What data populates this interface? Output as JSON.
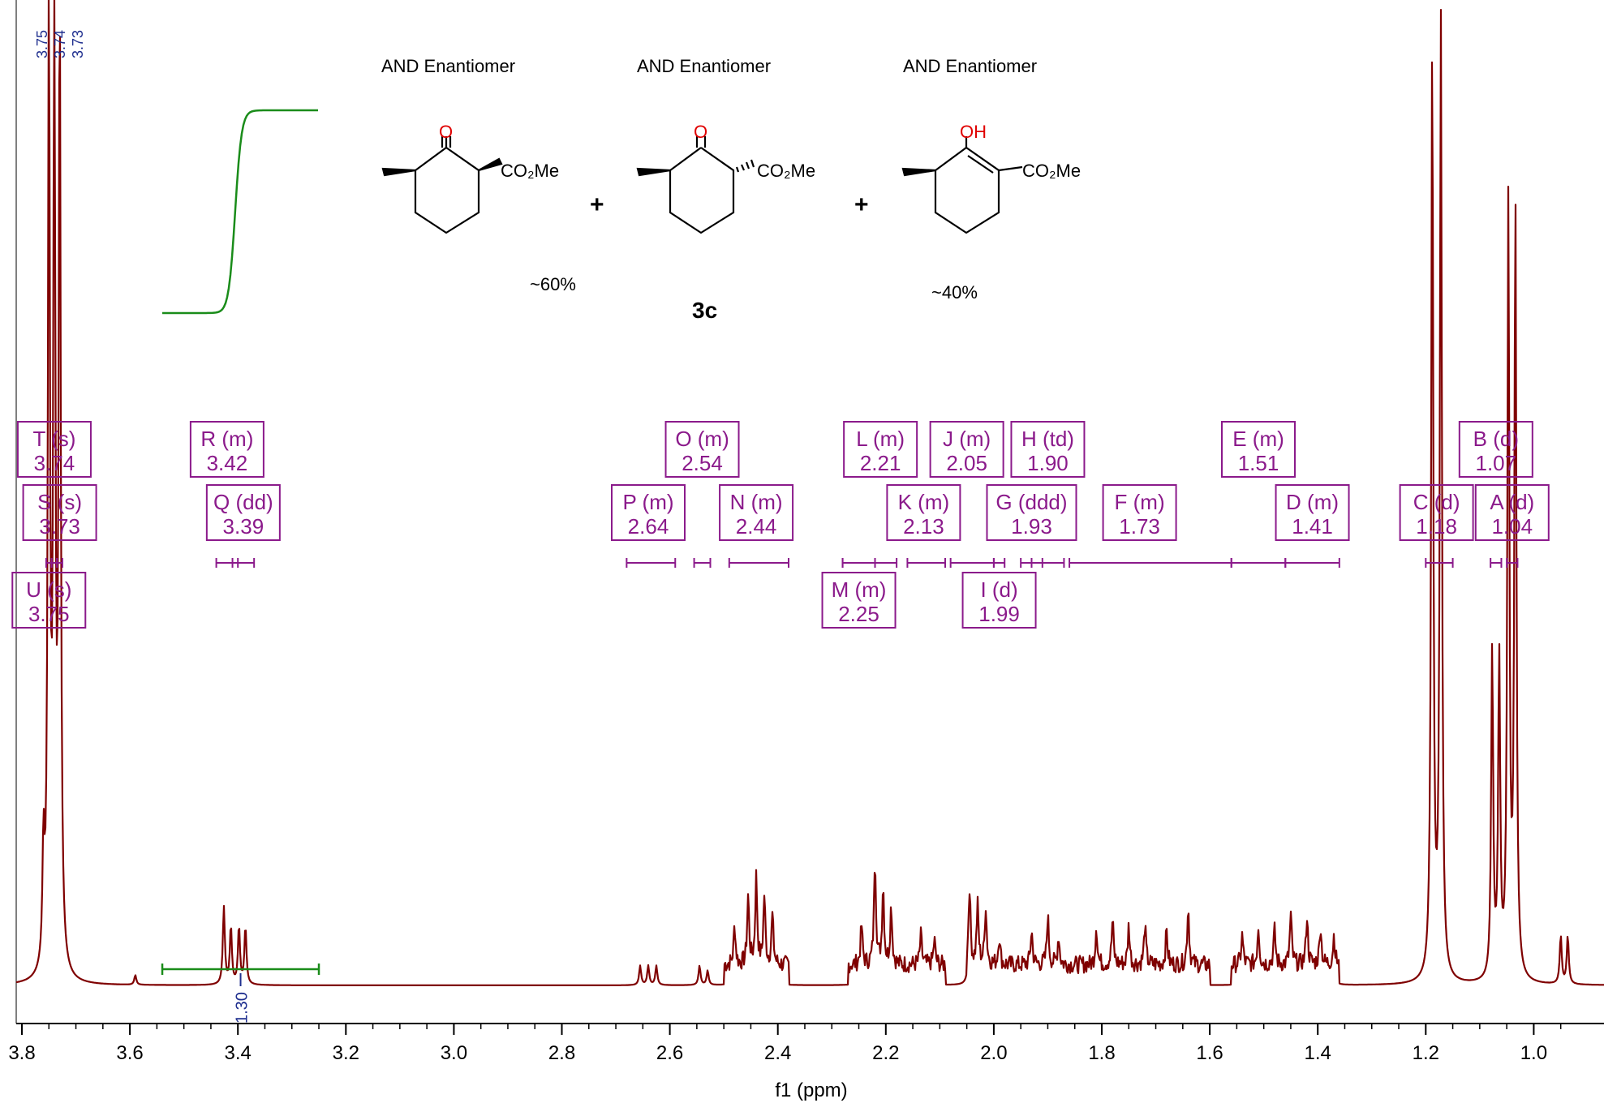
{
  "chart_data": {
    "type": "line",
    "xlabel": "f1 (ppm)",
    "xlim": [
      3.8,
      0.91
    ],
    "x_ticks": [
      "3.8",
      "3.6",
      "3.4",
      "3.2",
      "3.0",
      "2.8",
      "2.6",
      "2.4",
      "2.2",
      "2.0",
      "1.8",
      "1.6",
      "1.4",
      "1.2",
      "1.0"
    ],
    "ylim": [
      0,
      1.0
    ],
    "colors": {
      "spectrum": "#7f0000",
      "integral": "#1a8c1a",
      "label": "#8b1a8b",
      "peak_label": "#1f2f8f"
    },
    "peaks": [
      {
        "ppm": 3.76,
        "h": 0.12
      },
      {
        "ppm": 3.75,
        "h": 1.0
      },
      {
        "ppm": 3.74,
        "h": 1.0
      },
      {
        "ppm": 3.73,
        "h": 1.0
      },
      {
        "ppm": 3.59,
        "h": 0.01
      },
      {
        "ppm": 3.426,
        "h": 0.08
      },
      {
        "ppm": 3.413,
        "h": 0.06
      },
      {
        "ppm": 3.398,
        "h": 0.06
      },
      {
        "ppm": 3.386,
        "h": 0.06
      },
      {
        "ppm": 2.655,
        "h": 0.02
      },
      {
        "ppm": 2.64,
        "h": 0.02
      },
      {
        "ppm": 2.625,
        "h": 0.02
      },
      {
        "ppm": 2.545,
        "h": 0.02
      },
      {
        "ppm": 2.53,
        "h": 0.015
      },
      {
        "ppm": 2.48,
        "h": 0.04
      },
      {
        "ppm": 2.455,
        "h": 0.07
      },
      {
        "ppm": 2.44,
        "h": 0.09
      },
      {
        "ppm": 2.425,
        "h": 0.07
      },
      {
        "ppm": 2.41,
        "h": 0.05
      },
      {
        "ppm": 2.245,
        "h": 0.04
      },
      {
        "ppm": 2.22,
        "h": 0.11
      },
      {
        "ppm": 2.205,
        "h": 0.08
      },
      {
        "ppm": 2.19,
        "h": 0.06
      },
      {
        "ppm": 2.135,
        "h": 0.03
      },
      {
        "ppm": 2.11,
        "h": 0.025
      },
      {
        "ppm": 2.045,
        "h": 0.08
      },
      {
        "ppm": 2.03,
        "h": 0.06
      },
      {
        "ppm": 2.015,
        "h": 0.06
      },
      {
        "ppm": 1.99,
        "h": 0.03
      },
      {
        "ppm": 1.93,
        "h": 0.035
      },
      {
        "ppm": 1.9,
        "h": 0.05
      },
      {
        "ppm": 1.88,
        "h": 0.03
      },
      {
        "ppm": 1.81,
        "h": 0.04
      },
      {
        "ppm": 1.78,
        "h": 0.045
      },
      {
        "ppm": 1.75,
        "h": 0.04
      },
      {
        "ppm": 1.72,
        "h": 0.04
      },
      {
        "ppm": 1.68,
        "h": 0.035
      },
      {
        "ppm": 1.64,
        "h": 0.06
      },
      {
        "ppm": 1.54,
        "h": 0.03
      },
      {
        "ppm": 1.51,
        "h": 0.04
      },
      {
        "ppm": 1.48,
        "h": 0.035
      },
      {
        "ppm": 1.45,
        "h": 0.05
      },
      {
        "ppm": 1.42,
        "h": 0.05
      },
      {
        "ppm": 1.395,
        "h": 0.04
      },
      {
        "ppm": 1.37,
        "h": 0.03
      },
      {
        "ppm": 1.188,
        "h": 0.97
      },
      {
        "ppm": 1.172,
        "h": 0.99
      },
      {
        "ppm": 1.077,
        "h": 0.34
      },
      {
        "ppm": 1.064,
        "h": 0.33
      },
      {
        "ppm": 1.047,
        "h": 0.8
      },
      {
        "ppm": 1.034,
        "h": 0.8
      },
      {
        "ppm": 0.95,
        "h": 0.05
      },
      {
        "ppm": 0.937,
        "h": 0.05
      }
    ],
    "peak_labels": [
      "3.75",
      "3.74",
      "3.73"
    ],
    "integrals": [
      {
        "from": 3.54,
        "to": 3.25,
        "value": "1.30",
        "at": 3.395
      }
    ],
    "multiplets": [
      {
        "id": "T",
        "mult": "(s)",
        "ppm": "3.74",
        "shift": 3.74,
        "range": [
          3.745,
          3.735
        ],
        "row": 0
      },
      {
        "id": "R",
        "mult": "(m)",
        "ppm": "3.42",
        "shift": 3.42,
        "range": [
          3.44,
          3.4
        ],
        "row": 0
      },
      {
        "id": "O",
        "mult": "(m)",
        "ppm": "2.54",
        "shift": 2.54,
        "range": [
          2.555,
          2.525
        ],
        "row": 0
      },
      {
        "id": "L",
        "mult": "(m)",
        "ppm": "2.21",
        "shift": 2.21,
        "range": [
          2.28,
          2.18
        ],
        "row": 0
      },
      {
        "id": "J",
        "mult": "(m)",
        "ppm": "2.05",
        "shift": 2.05,
        "range": [
          2.08,
          2.0
        ],
        "row": 0
      },
      {
        "id": "H",
        "mult": "(td)",
        "ppm": "1.90",
        "shift": 1.9,
        "range": [
          1.93,
          1.87
        ],
        "row": 0
      },
      {
        "id": "E",
        "mult": "(m)",
        "ppm": "1.51",
        "shift": 1.51,
        "range": [
          1.56,
          1.46
        ],
        "row": 0
      },
      {
        "id": "B",
        "mult": "(d)",
        "ppm": "1.07",
        "shift": 1.07,
        "range": [
          1.08,
          1.06
        ],
        "row": 0
      },
      {
        "id": "S",
        "mult": "(s)",
        "ppm": "3.73",
        "shift": 3.73,
        "range": [
          3.735,
          3.725
        ],
        "row": 1
      },
      {
        "id": "Q",
        "mult": "(dd)",
        "ppm": "3.39",
        "shift": 3.39,
        "range": [
          3.41,
          3.37
        ],
        "row": 1
      },
      {
        "id": "P",
        "mult": "(m)",
        "ppm": "2.64",
        "shift": 2.64,
        "range": [
          2.68,
          2.59
        ],
        "row": 1
      },
      {
        "id": "N",
        "mult": "(m)",
        "ppm": "2.44",
        "shift": 2.44,
        "range": [
          2.49,
          2.38
        ],
        "row": 1
      },
      {
        "id": "K",
        "mult": "(m)",
        "ppm": "2.13",
        "shift": 2.13,
        "range": [
          2.16,
          2.09
        ],
        "row": 1
      },
      {
        "id": "G",
        "mult": "(ddd)",
        "ppm": "1.93",
        "shift": 1.93,
        "range": [
          1.95,
          1.91
        ],
        "row": 1
      },
      {
        "id": "F",
        "mult": "(m)",
        "ppm": "1.73",
        "shift": 1.73,
        "range": [
          1.86,
          1.56
        ],
        "row": 1
      },
      {
        "id": "D",
        "mult": "(m)",
        "ppm": "1.41",
        "shift": 1.41,
        "range": [
          1.46,
          1.36
        ],
        "row": 1
      },
      {
        "id": "C",
        "mult": "(d)",
        "ppm": "1.18",
        "shift": 1.18,
        "range": [
          1.2,
          1.15
        ],
        "row": 1
      },
      {
        "id": "A",
        "mult": "(d)",
        "ppm": "1.04",
        "shift": 1.04,
        "range": [
          1.05,
          1.03
        ],
        "row": 1
      },
      {
        "id": "U",
        "mult": "(s)",
        "ppm": "3.75",
        "shift": 3.75,
        "range": [
          3.755,
          3.745
        ],
        "row": 2
      },
      {
        "id": "M",
        "mult": "(m)",
        "ppm": "2.25",
        "shift": 2.25,
        "range": [
          2.28,
          2.22
        ],
        "row": 2
      },
      {
        "id": "I",
        "mult": "(d)",
        "ppm": "1.99",
        "shift": 1.99,
        "range": [
          2.0,
          1.98
        ],
        "row": 2
      }
    ]
  },
  "structures": {
    "enantiomer_label": "AND Enantiomer",
    "ketone": "O",
    "enol_oh": "OH",
    "ester": "CO₂Me",
    "plus": "+",
    "pct_left": "~60%",
    "pct_right": "~40%",
    "compound": "3c"
  }
}
